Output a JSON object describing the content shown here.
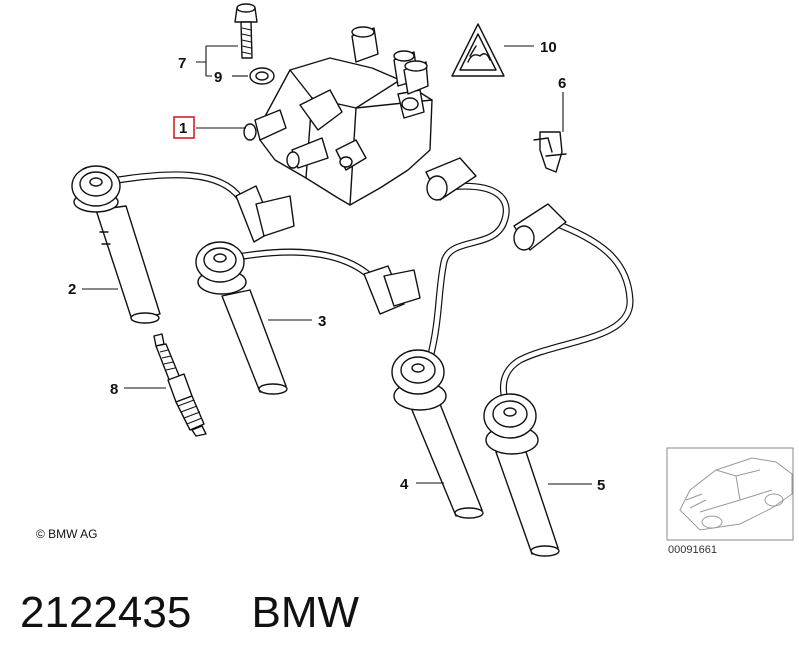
{
  "diagram": {
    "callouts": {
      "p1": "1",
      "p2": "2",
      "p3": "3",
      "p4": "4",
      "p5": "5",
      "p6": "6",
      "p7": "7",
      "p8": "8",
      "p9": "9",
      "p10": "10"
    },
    "highlighted_callout": "1",
    "highlight_color": "#d2232a",
    "copyright": "© BMW AG",
    "thumbnail_code": "00091661"
  },
  "footer": {
    "part_number": "2122435",
    "brand": "BMW"
  }
}
